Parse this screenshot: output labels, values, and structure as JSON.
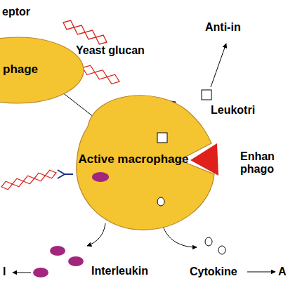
{
  "diagram": {
    "nodes": [
      {
        "text": [
          "phage"
        ]
      },
      {
        "text": [
          "Active macrophage"
        ]
      }
    ],
    "edges": [
      {
        "from": 0,
        "to": 1,
        "arrow": "to"
      }
    ],
    "labels": [
      "eptor",
      "Yeast glucan",
      "Anti-in",
      "Leukotri",
      "Enhan phago",
      "Interleukin",
      "Cytokine",
      "l",
      "A"
    ]
  }
}
